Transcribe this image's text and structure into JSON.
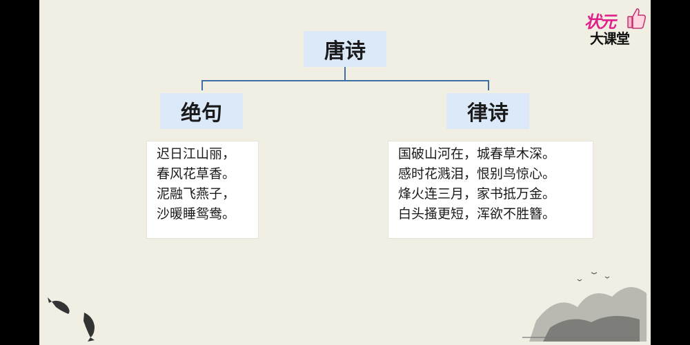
{
  "logo": {
    "line1": "状元",
    "line2": "大课堂"
  },
  "diagram": {
    "root": "唐诗",
    "left": {
      "title": "绝句",
      "lines": [
        "迟日江山丽，",
        "春风花草香。",
        "泥融飞燕子，",
        "沙暖睡鸳鸯。"
      ]
    },
    "right": {
      "title": "律诗",
      "lines": [
        "国破山河在，城春草木深。",
        "感时花溅泪，恨别鸟惊心。",
        "烽火连三月，家书抵万金。",
        "白头搔更短，浑欲不胜簪。"
      ]
    }
  },
  "colors": {
    "node_bg": "#dbe9f8",
    "connector": "#3d6fa5",
    "background": "#f1efe4"
  },
  "icons": [
    "thumbs-up-icon",
    "fish-icon",
    "landscape-icon"
  ]
}
